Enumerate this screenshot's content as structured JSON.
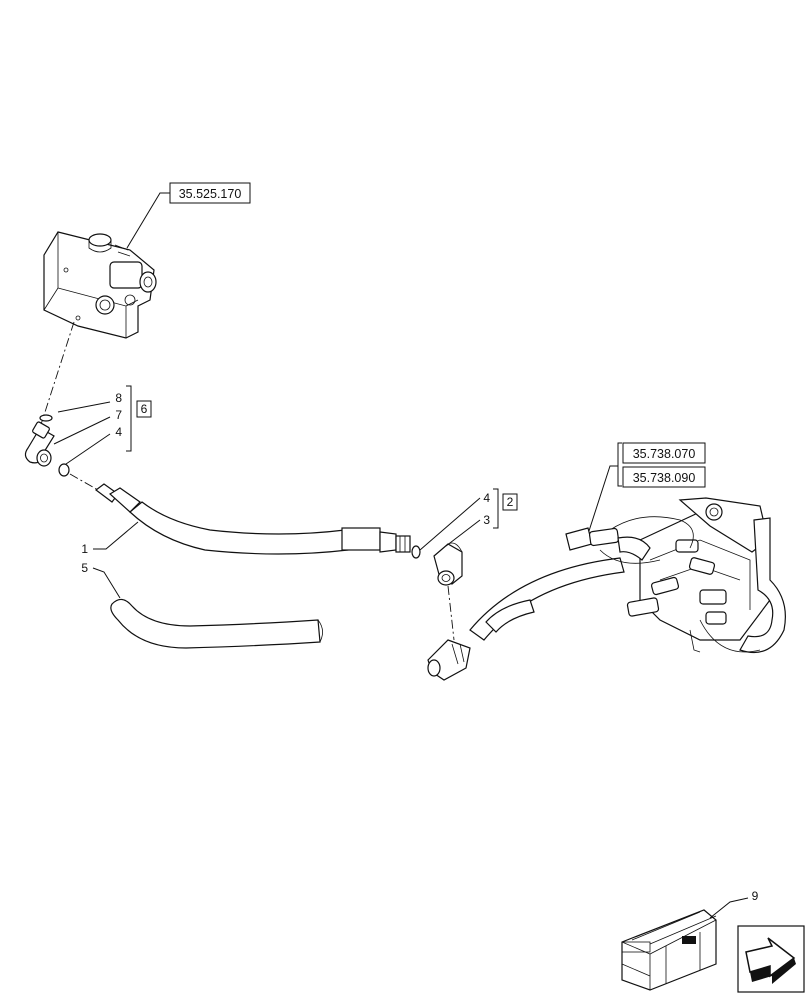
{
  "references": {
    "top_valve": "35.525.170",
    "right_assembly_1": "35.738.070",
    "right_assembly_2": "35.738.090"
  },
  "callouts": {
    "c1": "1",
    "c2": "2",
    "c3": "3",
    "c4_upper": "4",
    "c4_lower": "4",
    "c5": "5",
    "c6": "6",
    "c7": "7",
    "c8": "8",
    "c9": "9"
  },
  "icons": [
    "hydraulic-valve-block-icon",
    "elbow-fitting-icon",
    "o-ring-icon",
    "hose-icon",
    "tube-icon",
    "tee-fitting-icon",
    "control-valve-assembly-icon",
    "kit-box-icon",
    "next-page-arrow-icon"
  ]
}
